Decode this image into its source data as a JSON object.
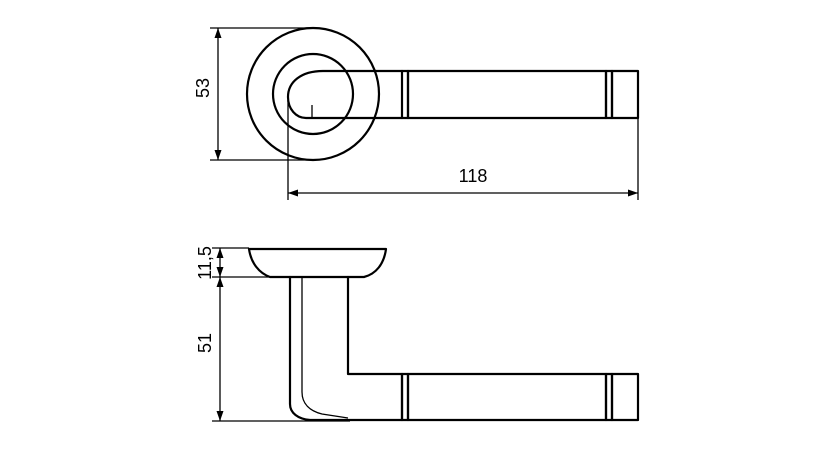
{
  "dimensions": {
    "rose_diameter": "53",
    "handle_length": "118",
    "rose_height": "11,5",
    "handle_height": "51"
  },
  "colors": {
    "line": "#000000",
    "background": "#ffffff"
  }
}
